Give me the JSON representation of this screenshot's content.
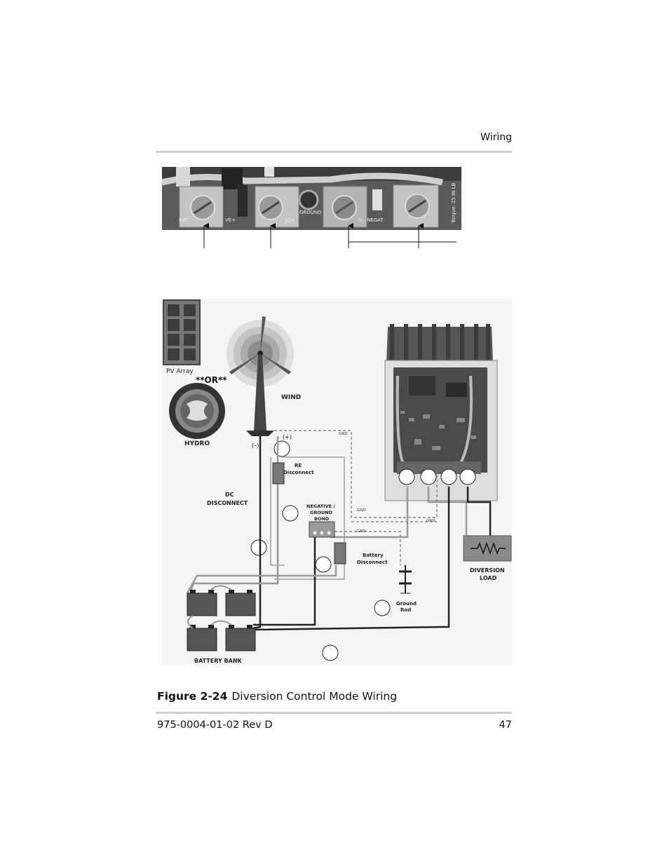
{
  "header": {
    "section": "Wiring"
  },
  "photo": {
    "labels": [
      "BAT",
      "VE+",
      "LD+",
      "GROUND",
      "N - NEGAT",
      "Torque: 25 IN LB"
    ]
  },
  "diagram": {
    "pv_label": "PV Array",
    "or_label": "**OR**",
    "hydro_label": "HYDRO",
    "wind_label": "WIND",
    "plus_label": "(+)",
    "minus_label": "(–)",
    "re_disconnect": [
      "RE",
      "Disconnect"
    ],
    "dc_disconnect": [
      "DC",
      "DISCONNECT"
    ],
    "neg_ground_bond": [
      "NEGATIVE /",
      "GROUND",
      "BOND"
    ],
    "battery_disconnect": [
      "Battery",
      "Disconnect"
    ],
    "ground_rod": [
      "Ground",
      "Rod"
    ],
    "diversion_load": [
      "DIVERSION",
      "LOAD"
    ],
    "battery_bank": "BATTERY BANK",
    "gnd": "GND"
  },
  "caption": {
    "label": "Figure 2-24",
    "text": "Diversion Control Mode Wiring"
  },
  "footer": {
    "doc_number": "975-0004-01-02 Rev D",
    "page_number": "47"
  }
}
